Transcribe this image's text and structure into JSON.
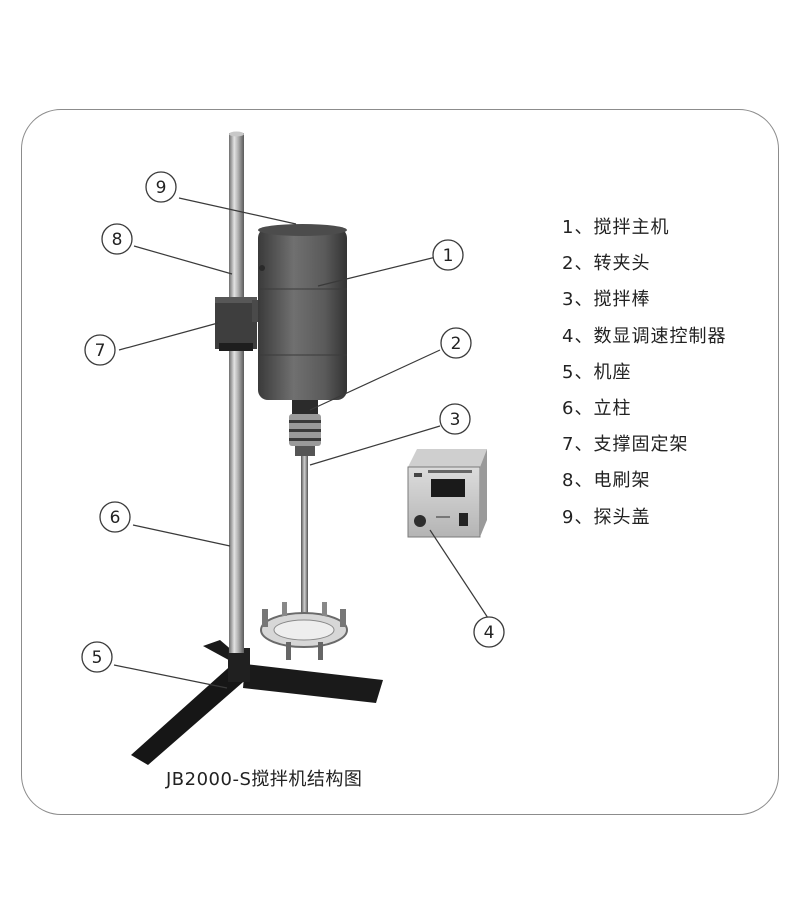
{
  "callouts": [
    "1",
    "2",
    "3",
    "4",
    "5",
    "6",
    "7",
    "8",
    "9"
  ],
  "legend": [
    "1、搅拌主机",
    "2、转夹头",
    "3、搅拌棒",
    "4、数显调速控制器",
    "5、机座",
    "6、立柱",
    "7、支撑固定架",
    "8、电刷架",
    "9、探头盖"
  ],
  "caption": "JB2000-S搅拌机结构图",
  "colors": {
    "border": "#8c8c8c",
    "text": "#222222",
    "metal": "#a9a9a9",
    "motor": "#5e5e5e",
    "base": "#141414"
  },
  "icons": {
    "power-switch": "switch-icon",
    "knob": "knob-icon"
  }
}
